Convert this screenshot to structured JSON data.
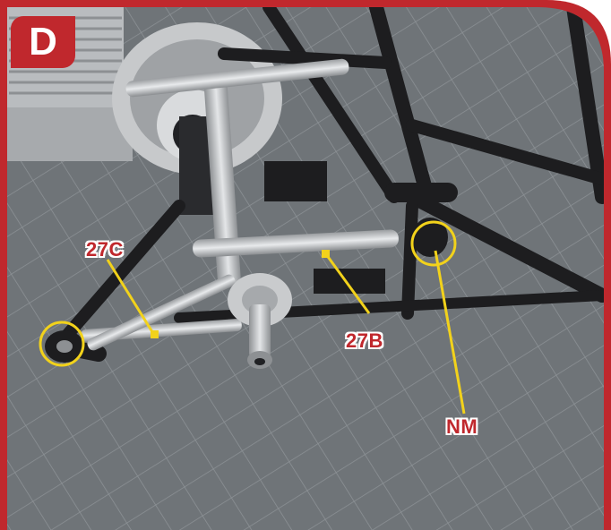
{
  "step": {
    "letter": "D"
  },
  "labels": {
    "part_27c": "27C",
    "part_27b": "27B",
    "part_nm": "NM"
  },
  "colors": {
    "frame_red": "#c0282d",
    "callout_yellow": "#f2d21b",
    "mat_gray": "#6f7478",
    "frame_black": "#1d1d1f",
    "metal_silver": "#c9cbcd"
  }
}
